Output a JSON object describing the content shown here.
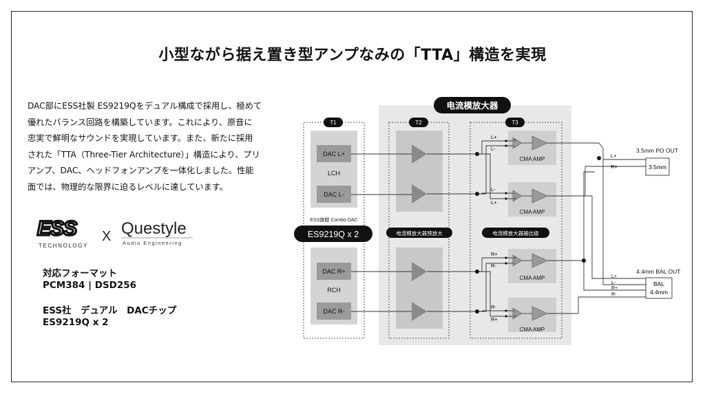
{
  "title": "小型ながら据え置き型アンプなみの「TTA」構造を実現",
  "description": [
    "DAC部にESS社製 ES9219Qをデュアル構成で採用し、極めて",
    "優れたバランス回路を構築しています。これにより、原音に",
    "忠実で鮮明なサウンドを実現しています。また、新たに採用",
    "された「TTA（Three-Tier Architecture）」構造により、プリ",
    "アンプ、DAC、ヘッドフォンアンプを一体化しました。性能",
    "面では、物理的な限界に迫るレベルに達しています。"
  ],
  "logos": {
    "ess_mark": "ESS",
    "ess_sub": "TECHNOLOGY",
    "cross": "X",
    "questyle": "Questyle",
    "questyle_sub": "Audio Engineering"
  },
  "formats": {
    "heading": "対応フォーマット",
    "value": "PCM384 | DSD256"
  },
  "chip": {
    "heading": "ESS社　デュアル　DACチップ",
    "value": "ES9219Q x 2"
  },
  "diagram": {
    "header": "电流模放大器",
    "tiers": {
      "t1": "T1",
      "t2": "T2",
      "t3": "T3"
    },
    "dac_l_plus": "DAC L+",
    "dac_l_minus": "DAC L-",
    "lch": "LCH",
    "dac_r_plus": "DAC R+",
    "dac_r_minus": "DAC R-",
    "rch": "RCH",
    "combo_label": "ESS旗舰 Combo DAC",
    "chip_badge": "ES9219Q x 2",
    "pre_badge": "电流模放大器预放大",
    "out_badge": "电流模放大器输出级",
    "cma_amp": "CMA AMP",
    "sig": {
      "lp": "L+",
      "lm": "L-",
      "rp": "R+",
      "rm": "R-",
      "plus": "+",
      "minus": "-"
    },
    "po_out_label": "3.5mm PO OUT",
    "po_box": "3.5mm",
    "bal_out_label": "4.4mm BAL OUT",
    "bal_box_1": "BAL",
    "bal_box_2": "4.4mm"
  }
}
